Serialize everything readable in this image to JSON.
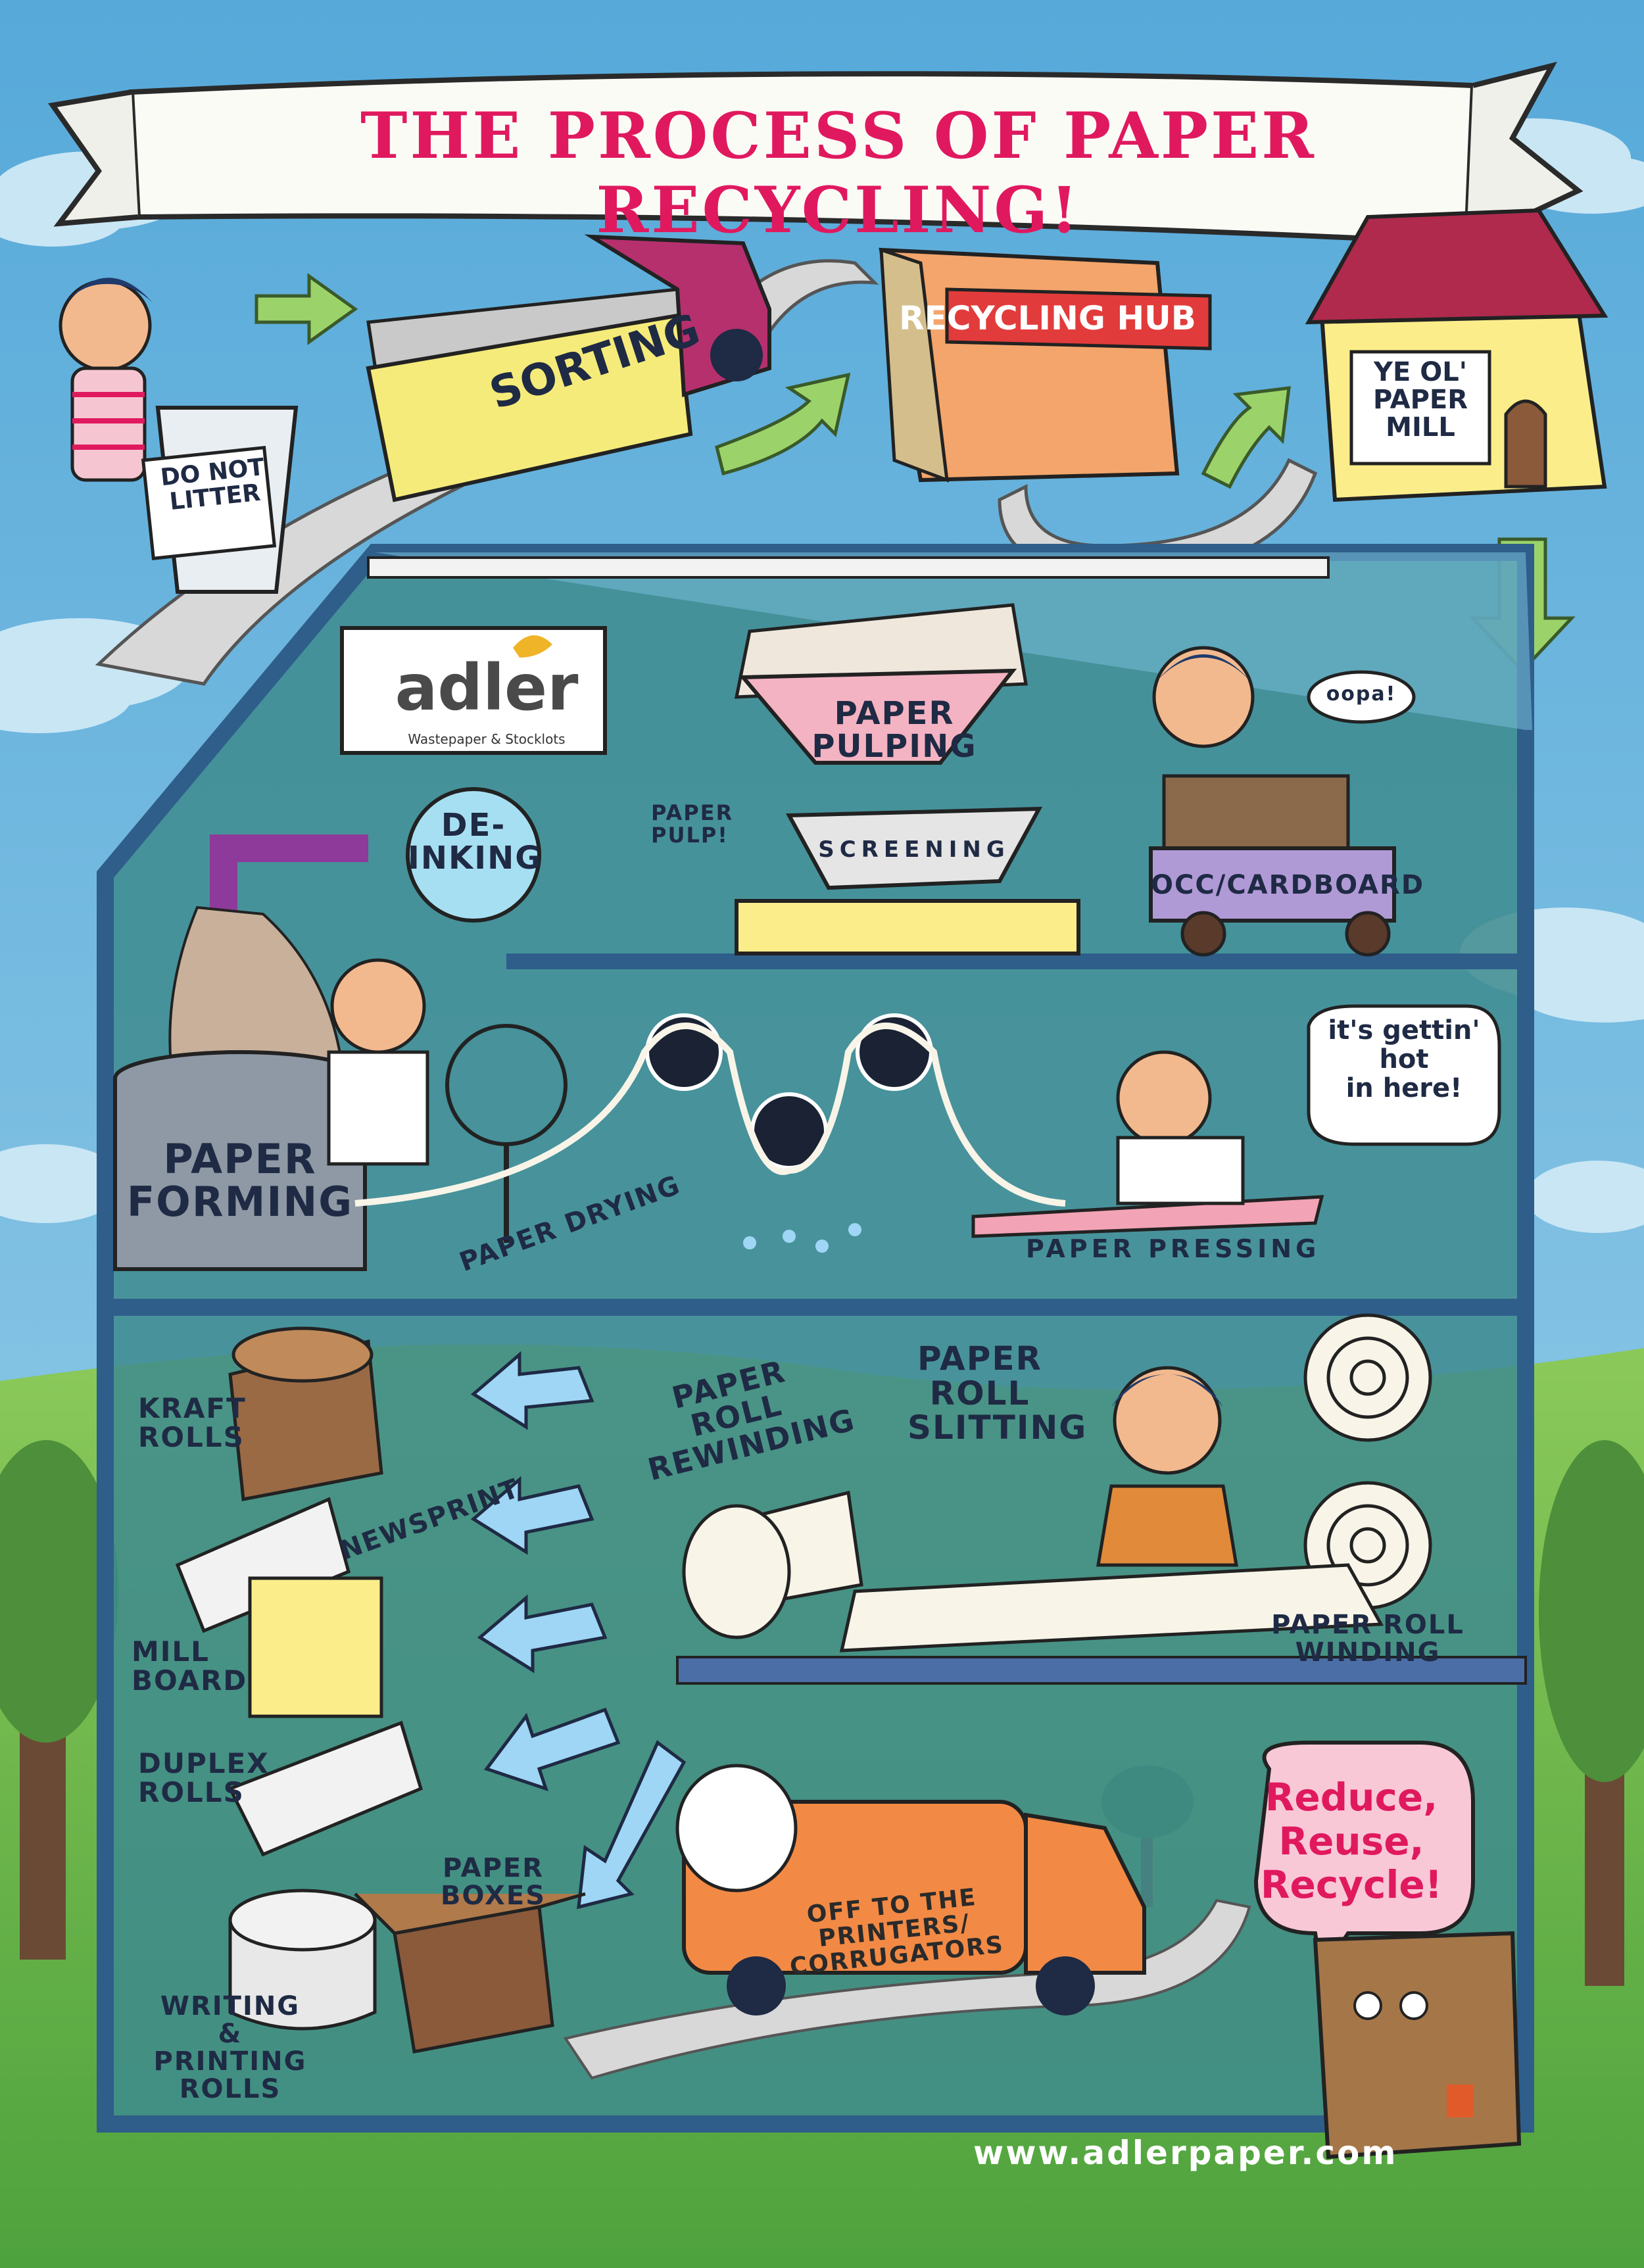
{
  "title": "The Process of Paper Recycling!",
  "signs": {
    "litter": "Do not\nlitter",
    "sorting": "Sorting",
    "recycling_hub": "Recycling Hub",
    "mill": "Ye ol'\nPaper\nMill"
  },
  "brand": {
    "name": "adler",
    "tagline": "Wastepaper & Stocklots"
  },
  "steps": {
    "pulping": "Paper Pulping",
    "de_inking": "De-\ninking",
    "paper_pulp": "Paper\npulp!",
    "screening": "Screening",
    "occ": "OCC/Cardboard",
    "forming": "Paper\nForming",
    "drying": "Paper Drying",
    "pressing": "Paper Pressing",
    "rewinding": "Paper Roll\nRewinding",
    "slitting": "Paper\nRoll\nSlitting",
    "winding": "Paper Roll\nWinding"
  },
  "speech": {
    "oopa": "oopa!",
    "hot": "it's gettin'\nhot\nin here!"
  },
  "products": {
    "kraft": "Kraft\nrolls",
    "newsprint": "Newsprint",
    "mill_board": "Mill\nboard",
    "duplex": "Duplex\nrolls",
    "boxes": "Paper\nboxes",
    "writing": "Writing\n&\nPrinting rolls"
  },
  "van": "Off to the\nPrinters/\nCorrugators",
  "slogan": "Reduce,\nReuse,\nRecycle!",
  "website": "www.adlerpaper.com",
  "colors": {
    "sky": "#5fb0dd",
    "building": "#2f5e8a",
    "building_fill": "#3e8b8e",
    "grass": "#62b24a",
    "accent_pink": "#e0195f",
    "truck": "#b6306e",
    "arrow_green": "#9bd36a",
    "arrow_blue": "#9fd6f5"
  }
}
